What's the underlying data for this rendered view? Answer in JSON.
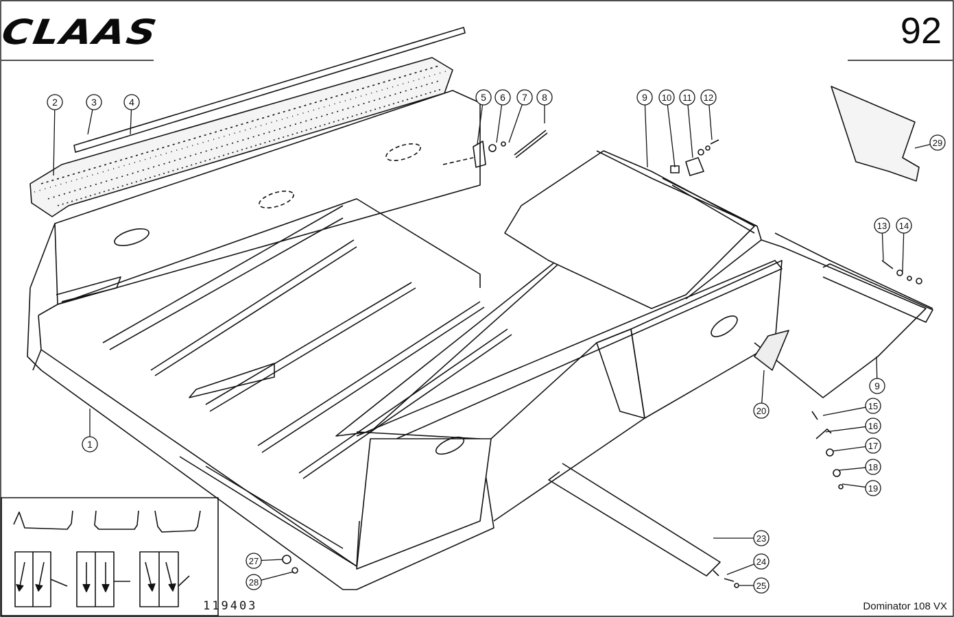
{
  "header": {
    "brand": "CLAAS",
    "page_number": "92"
  },
  "footer": {
    "drawing_number": "119403",
    "model": "Dominator 108 VX"
  },
  "callouts": [
    "1",
    "2",
    "3",
    "4",
    "5",
    "6",
    "7",
    "8",
    "9",
    "10",
    "11",
    "12",
    "13",
    "14",
    "9",
    "15",
    "16",
    "17",
    "18",
    "19",
    "20",
    "23",
    "24",
    "25",
    "27",
    "28",
    "29"
  ]
}
